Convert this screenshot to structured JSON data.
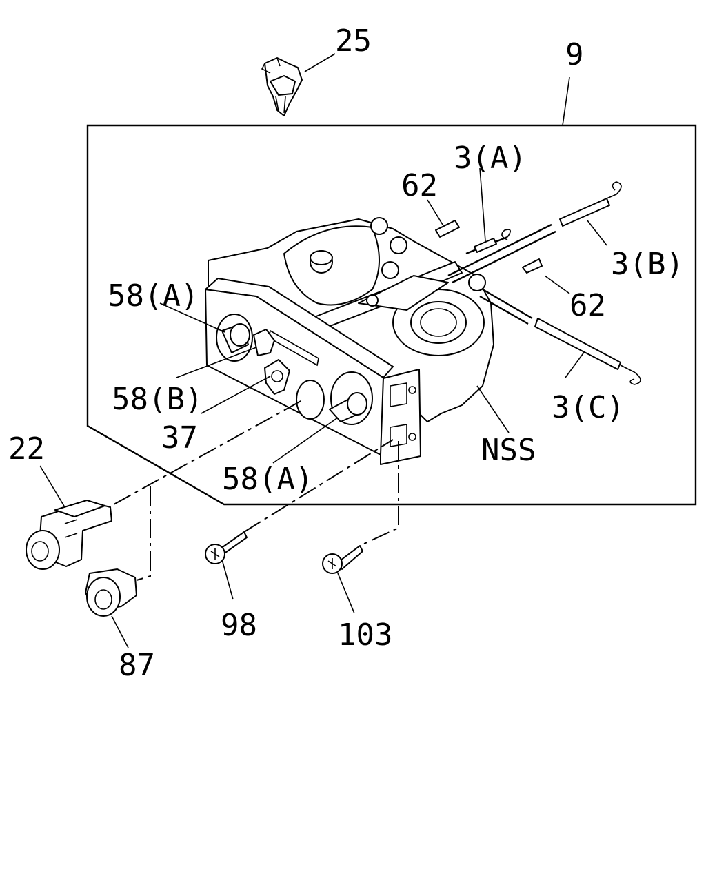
{
  "labels": {
    "p25": "25",
    "p9": "9",
    "p3a": "3(A)",
    "p62_top": "62",
    "p3b": "3(B)",
    "p62_right": "62",
    "p58a_top": "58(A)",
    "p58b": "58(B)",
    "p37": "37",
    "p3c": "3(C)",
    "pnss": "NSS",
    "p22": "22",
    "p58a_bottom": "58(A)",
    "p98": "98",
    "p103": "103",
    "p87": "87"
  }
}
